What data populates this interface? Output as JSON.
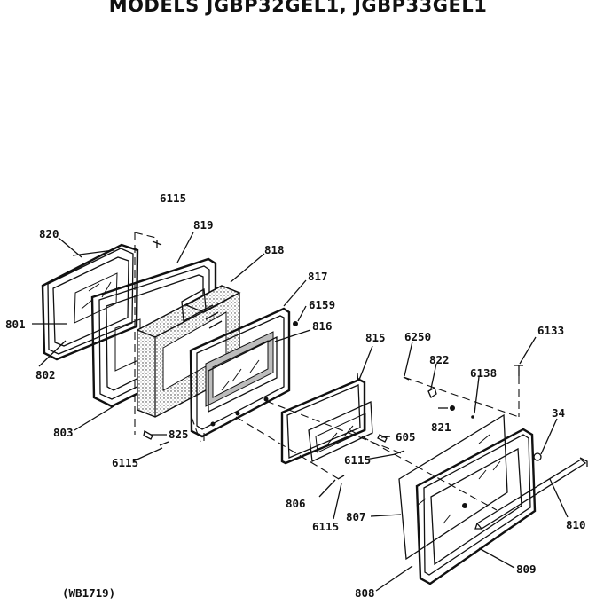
{
  "title": "MODELS JGBP32GEL1, JGBP33GEL1",
  "diagram_code": "(WB1719)",
  "labels": {
    "p820": "820",
    "p819": "819",
    "p818": "818",
    "p817": "817",
    "p6159": "6159",
    "p816": "816",
    "p815": "815",
    "p6250": "6250",
    "p822": "822",
    "p6138": "6138",
    "p6133": "6133",
    "p34": "34",
    "p801": "801",
    "p802": "802",
    "p803": "803",
    "p825": "825",
    "p6115_top": "6115",
    "p6115_left": "6115",
    "p6115_mid": "6115",
    "p6115_low": "6115",
    "p605": "605",
    "p821": "821",
    "p806": "806",
    "p807": "807",
    "p808": "808",
    "p809": "809",
    "p810": "810"
  }
}
